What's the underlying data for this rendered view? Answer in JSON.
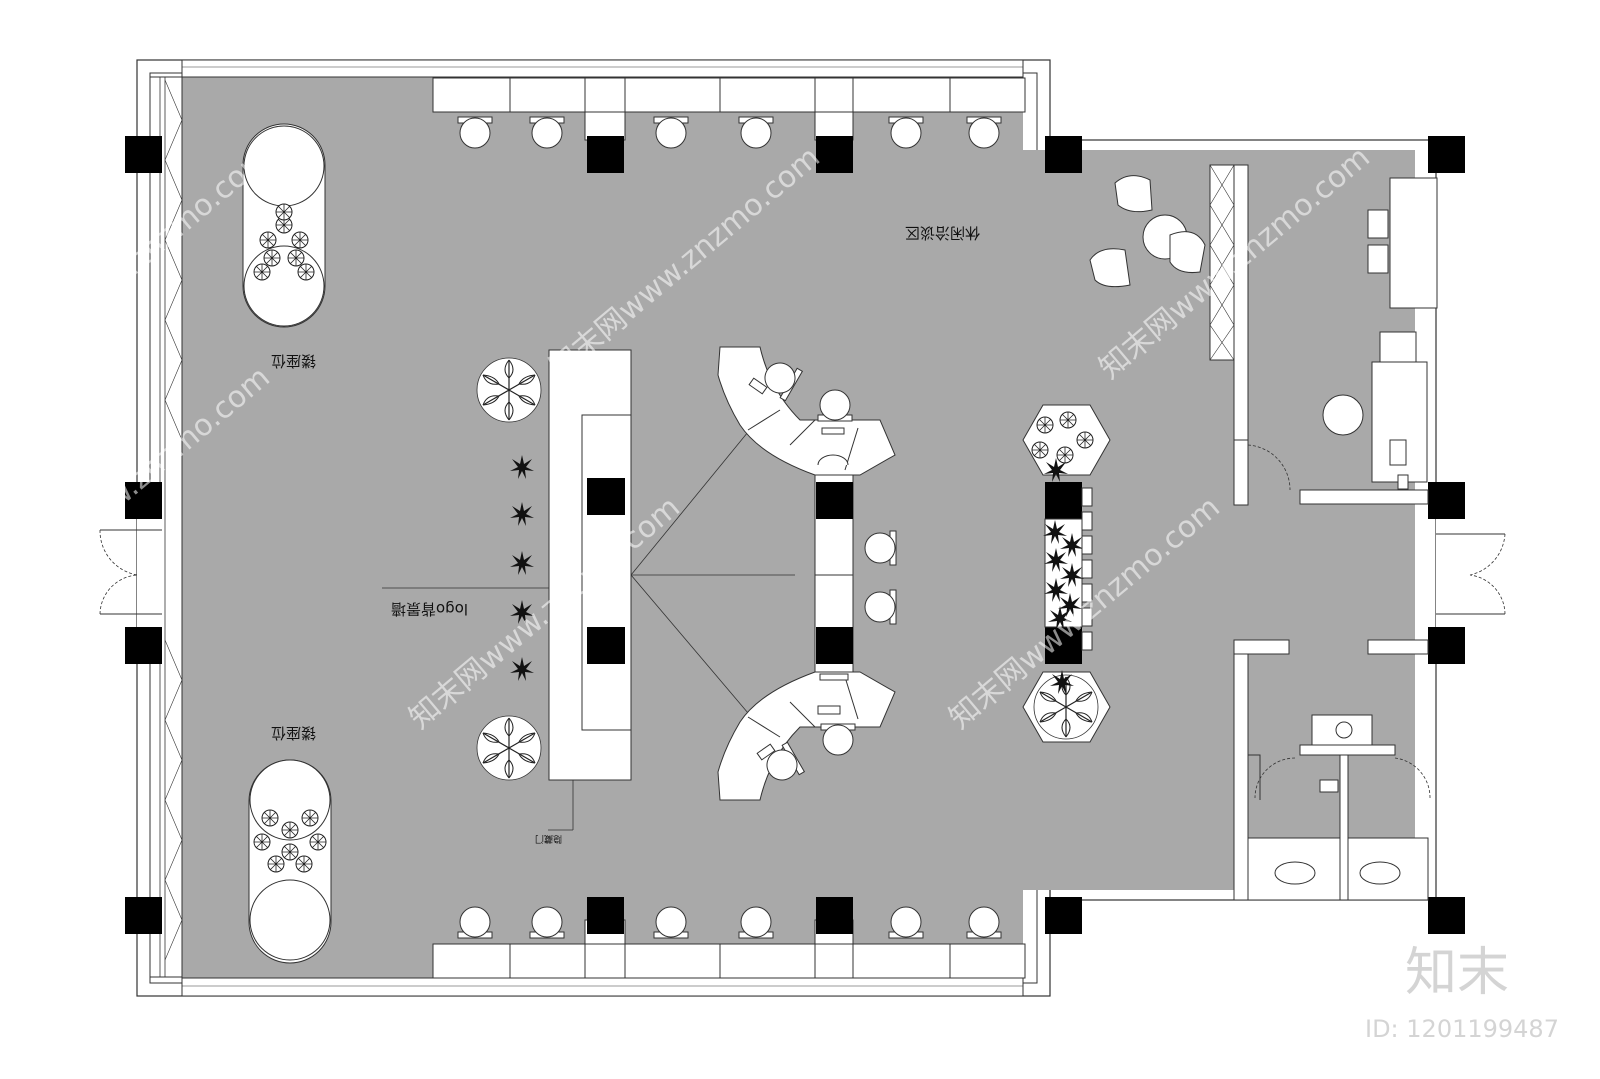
{
  "labels": {
    "leisure_area": "休闲洽谈区",
    "seat_top": "镂座位",
    "seat_bottom": "镂座位",
    "logo_wall": "logo背景墙",
    "hidden_door": "隐藏门"
  },
  "watermark": {
    "text": "知末网www.znzmo.com",
    "color": "#ffffff"
  },
  "brand": {
    "name": "知末",
    "id": "ID: 1201199487"
  },
  "colors": {
    "floor": "#a9a9a9",
    "wall": "#ffffff",
    "column": "#000000",
    "line": "#333333"
  },
  "icons": [
    "plant-icon",
    "chair-icon",
    "toilet-icon",
    "sink-icon",
    "computer-icon",
    "door-swing-icon"
  ]
}
